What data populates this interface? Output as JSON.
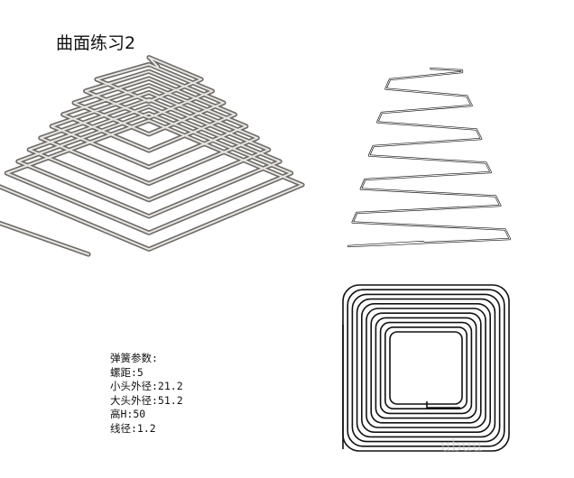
{
  "title": "曲面练习2",
  "spec_lines": [
    "弹簧参数:",
    "螺距:5",
    "小头外径:21.2",
    "大头外径:51.2",
    "高H:50",
    "线径:1.2"
  ],
  "watermark": "ubuu",
  "colors": {
    "wire_dark": "#6d6a67",
    "wire_light": "#e8e6e2",
    "line": "#111111"
  }
}
